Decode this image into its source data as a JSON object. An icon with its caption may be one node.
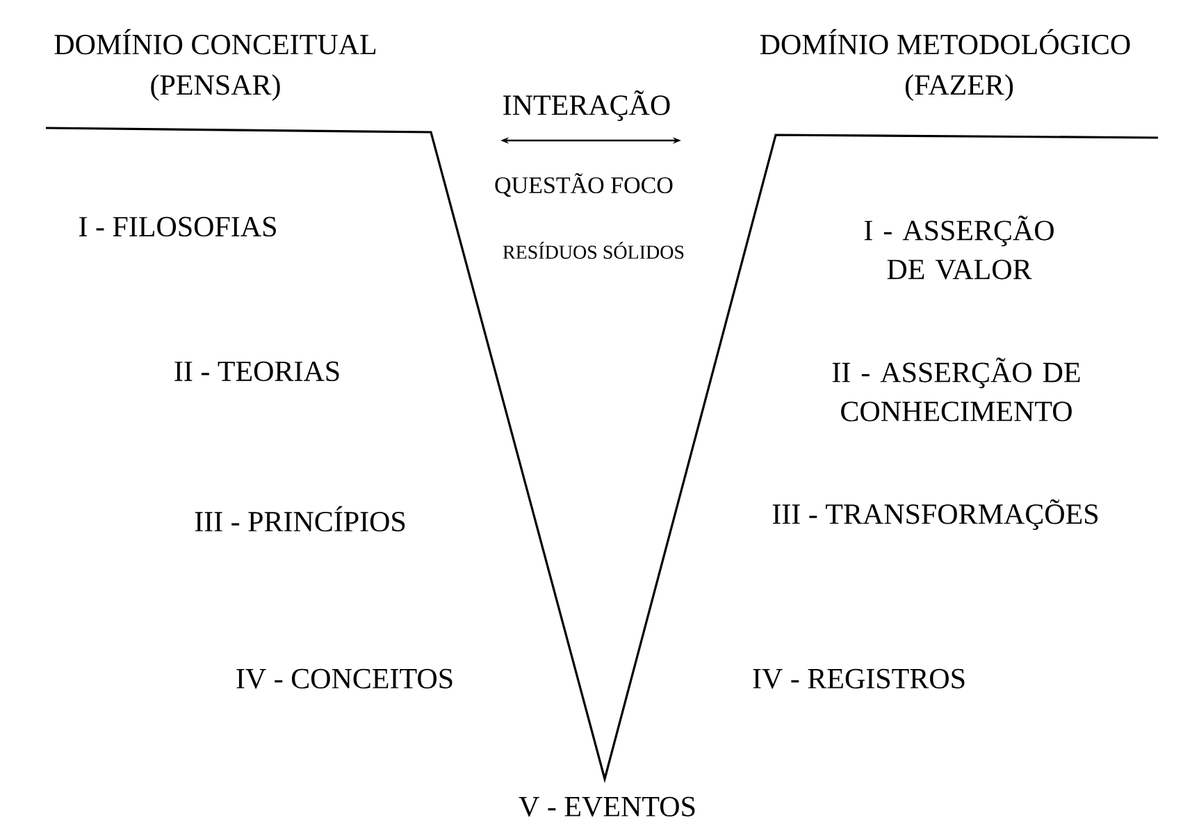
{
  "diagram": {
    "labels": [
      "DOMÍNIO CONCEITUAL",
      "(PENSAR)",
      "DOMÍNIO METODOLÓGICO",
      "(FAZER)",
      "INTERAÇÃO",
      "QUESTÃO FOCO",
      "I - FILOSOFIAS",
      "RESÍDUOS SÓLIDOS",
      "I - ASSERÇÃO DE VALOR",
      "II - TEORIAS",
      "II - ASSERÇÃO DE CONHECIMENTO",
      "III - PRINCÍPIOS",
      "III - TRANSFORMAÇÕES",
      "IV - CONCEITOS",
      "IV - REGISTROS",
      "V - EVENTOS"
    ]
  }
}
